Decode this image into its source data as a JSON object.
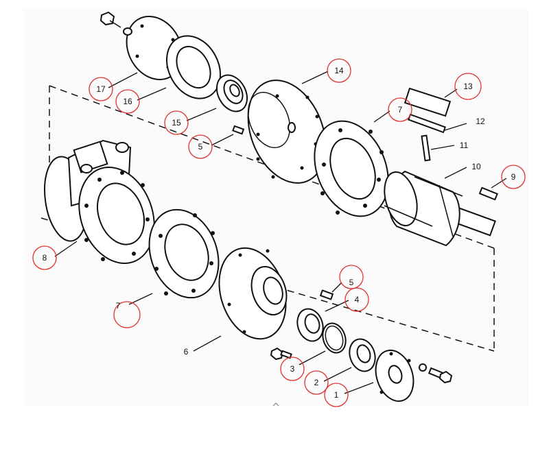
{
  "callouts": [
    {
      "id": "1",
      "label": "1",
      "circled": true
    },
    {
      "id": "2",
      "label": "2",
      "circled": true
    },
    {
      "id": "3",
      "label": "3",
      "circled": true
    },
    {
      "id": "4",
      "label": "4",
      "circled": true
    },
    {
      "id": "5a",
      "label": "5",
      "circled": true
    },
    {
      "id": "5b",
      "label": "5",
      "circled": true
    },
    {
      "id": "6",
      "label": "6",
      "circled": false
    },
    {
      "id": "7a",
      "label": "7",
      "circled": true
    },
    {
      "id": "7b",
      "label": "7",
      "circled": true
    },
    {
      "id": "8",
      "label": "8",
      "circled": true
    },
    {
      "id": "9",
      "label": "9",
      "circled": true
    },
    {
      "id": "10",
      "label": "10",
      "circled": false
    },
    {
      "id": "11",
      "label": "11",
      "circled": false
    },
    {
      "id": "12",
      "label": "12",
      "circled": false
    },
    {
      "id": "13",
      "label": "13",
      "circled": true
    },
    {
      "id": "14",
      "label": "14",
      "circled": true
    },
    {
      "id": "15",
      "label": "15",
      "circled": true
    },
    {
      "id": "16",
      "label": "16",
      "circled": true
    },
    {
      "id": "17",
      "label": "17",
      "circled": true
    }
  ]
}
